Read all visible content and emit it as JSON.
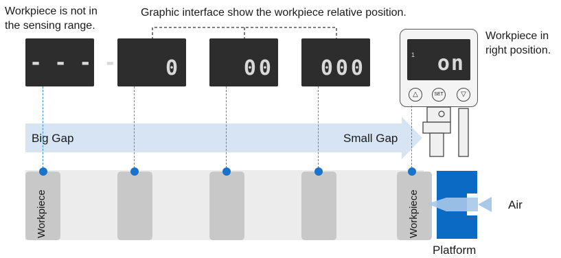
{
  "annotations": {
    "not_in_range": "Workpiece is not in\nthe sensing range.",
    "graphic_interface": "Graphic interface show the workpiece relative position.",
    "right_position": "Workpiece in\nright position."
  },
  "displays": [
    "- - - -",
    "0",
    "00",
    "000"
  ],
  "sensor": {
    "readout": "on",
    "indicator": "1",
    "buttons": [
      "△",
      "SET",
      "▽"
    ]
  },
  "arrow": {
    "left_label": "Big Gap",
    "right_label": "Small Gap"
  },
  "labels": {
    "workpiece_left": "Workpiece",
    "workpiece_right": "Workpiece",
    "air": "Air",
    "platform": "Platform"
  }
}
